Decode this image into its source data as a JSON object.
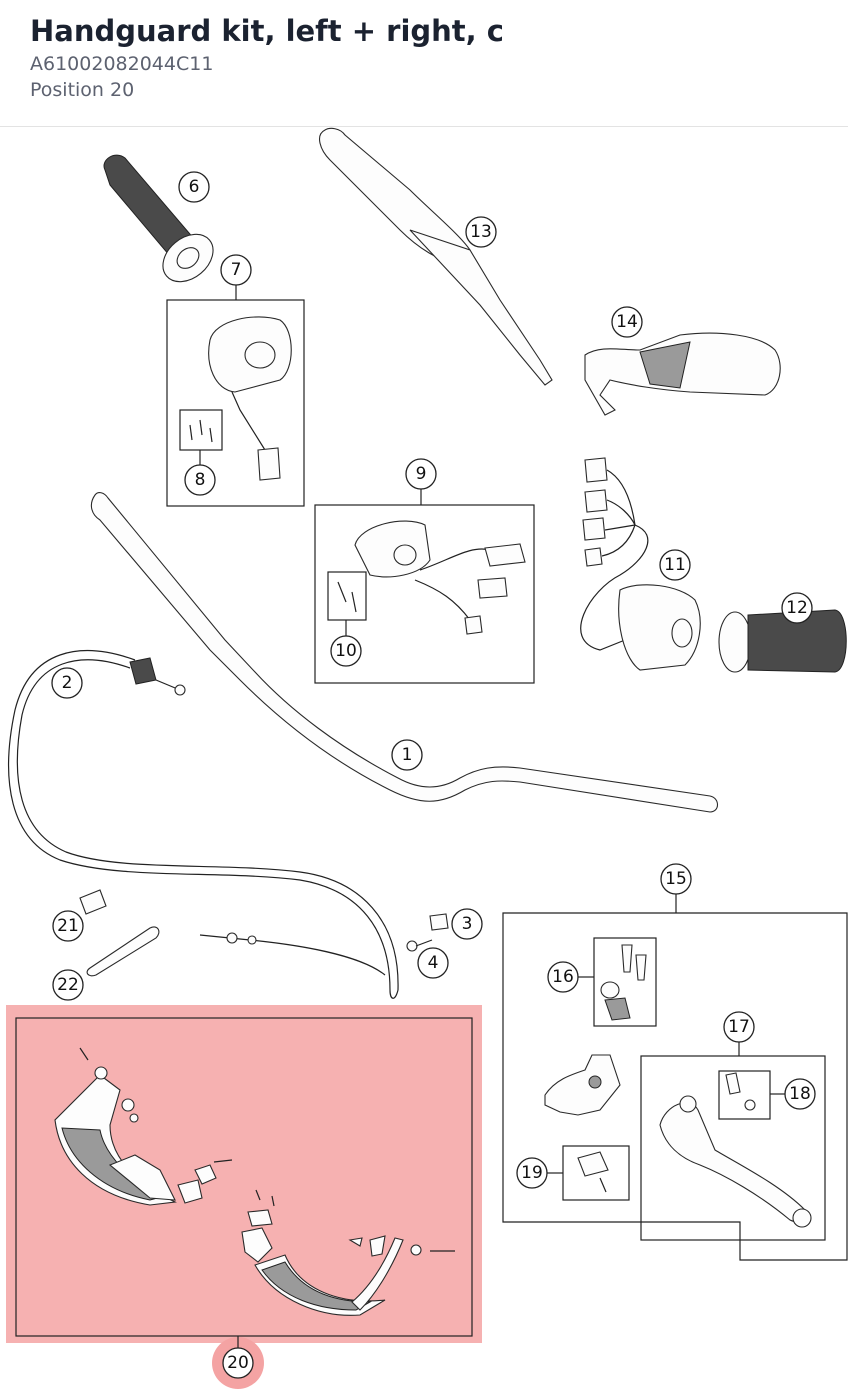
{
  "header": {
    "title": "Handguard kit, left + right, c",
    "part_number": "A61002082044C11",
    "position": "Position 20"
  },
  "highlight": {
    "color": "#f4a3a3",
    "position_label": "20"
  },
  "callouts": {
    "c1": "1",
    "c2": "2",
    "c3": "3",
    "c4": "4",
    "c6": "6",
    "c7": "7",
    "c8": "8",
    "c9": "9",
    "c10": "10",
    "c11": "11",
    "c12": "12",
    "c13": "13",
    "c14": "14",
    "c15": "15",
    "c16": "16",
    "c17": "17",
    "c18": "18",
    "c19": "19",
    "c20": "20",
    "c21": "21",
    "c22": "22"
  }
}
